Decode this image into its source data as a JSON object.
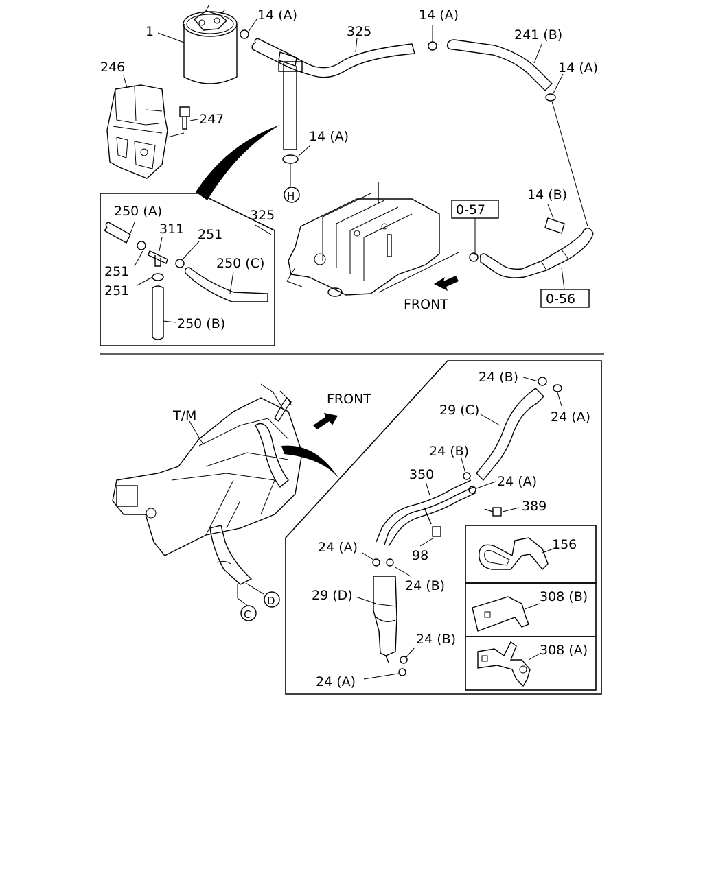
{
  "top": {
    "labels": {
      "p1": "1",
      "p14a_1": "14 (A)",
      "p325_top": "325",
      "p14a_2": "14 (A)",
      "p241b": "241 (B)",
      "p14a_3": "14 (A)",
      "p246": "246",
      "p247": "247",
      "p14a_4": "14 (A)",
      "p14b": "14 (B)",
      "p057": "0-57",
      "p056": "0-56",
      "front": "FRONT"
    },
    "connector_h": "H",
    "inset": {
      "p250a": "250 (A)",
      "p311": "311",
      "p251_a": "251",
      "p251_b": "251",
      "p251_c": "251",
      "p250c": "250 (C)",
      "p250b": "250 (B)",
      "p325": "325"
    }
  },
  "bottom": {
    "labels": {
      "tm": "T/M",
      "front": "FRONT"
    },
    "connector_c": "C",
    "connector_d": "D",
    "inset": {
      "p24b_1": "24 (B)",
      "p24a_1": "24 (A)",
      "p29c": "29 (C)",
      "p24b_2": "24 (B)",
      "p350": "350",
      "p24a_2": "24 (A)",
      "p389": "389",
      "p24a_3": "24 (A)",
      "p98": "98",
      "p24b_3": "24 (B)",
      "p29d": "29 (D)",
      "p24b_4": "24 (B)",
      "p24a_4": "24 (A)",
      "p156": "156",
      "p308b": "308 (B)",
      "p308a": "308 (A)"
    }
  }
}
